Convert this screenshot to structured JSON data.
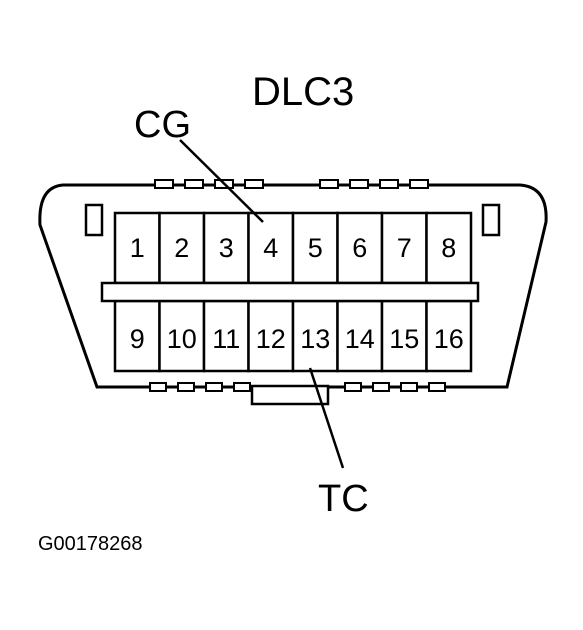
{
  "diagram": {
    "title": "DLC3",
    "label_cg": "CG",
    "label_tc": "TC",
    "image_code": "G00178268",
    "pins_top": [
      "1",
      "2",
      "3",
      "4",
      "5",
      "6",
      "7",
      "8"
    ],
    "pins_bottom": [
      "9",
      "10",
      "11",
      "12",
      "13",
      "14",
      "15",
      "16"
    ],
    "callouts": {
      "cg_pin": "4",
      "tc_pin": "13"
    }
  }
}
